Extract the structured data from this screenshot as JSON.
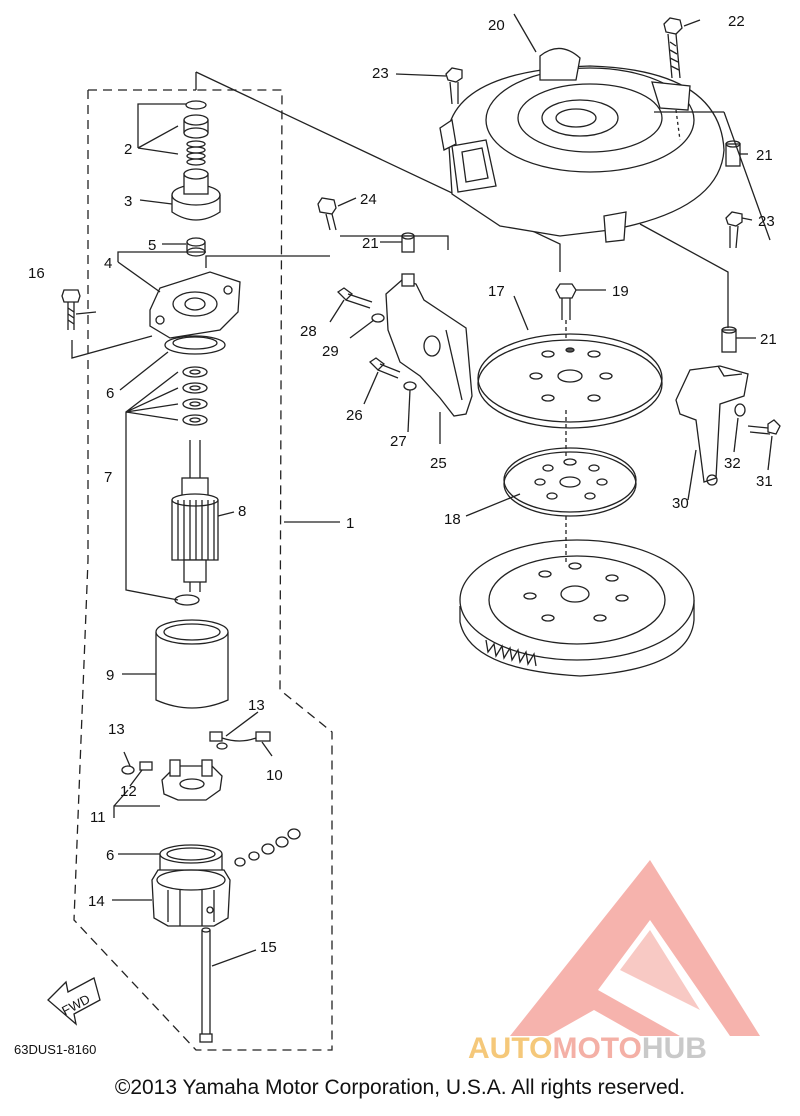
{
  "diagram": {
    "part_code": "63DUS1-8160",
    "fwd_label": "FWD",
    "labels": {
      "l1": "1",
      "l2": "2",
      "l3": "3",
      "l4": "4",
      "l5": "5",
      "l6a": "6",
      "l6b": "6",
      "l7": "7",
      "l8": "8",
      "l9": "9",
      "l10": "10",
      "l11": "11",
      "l12": "12",
      "l13a": "13",
      "l13b": "13",
      "l14": "14",
      "l15": "15",
      "l16": "16",
      "l17": "17",
      "l18": "18",
      "l19": "19",
      "l20": "20",
      "l21a": "21",
      "l21b": "21",
      "l21c": "21",
      "l22": "22",
      "l23a": "23",
      "l23b": "23",
      "l24": "24",
      "l25": "25",
      "l26": "26",
      "l27": "27",
      "l28": "28",
      "l29": "29",
      "l30": "30",
      "l31": "31",
      "l32": "32"
    }
  },
  "footer": {
    "copyright": "©2013 Yamaha Motor Corporation, U.S.A. All rights reserved."
  },
  "watermark": {
    "part1": "AUTO",
    "part2": "MOTO",
    "part3": "HUB"
  }
}
